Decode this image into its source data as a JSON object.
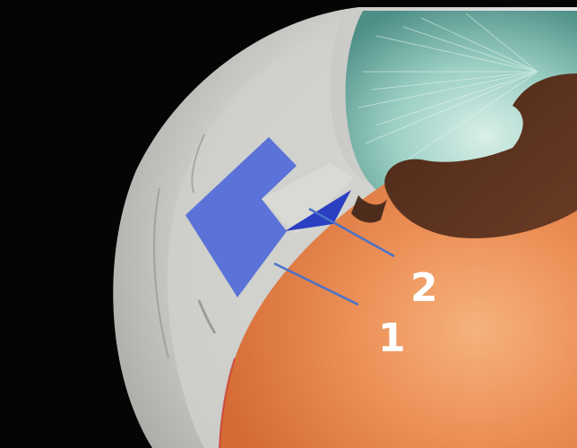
{
  "figure": {
    "callouts": [
      {
        "id": "1",
        "text": "1"
      },
      {
        "id": "2",
        "text": "2"
      }
    ]
  },
  "colors": {
    "background": "#050505",
    "sclera": "#dcdcd8",
    "sclera_shadow": "#9a9a96",
    "choroid_orange": "#e8874f",
    "choroid_light": "#f4ad78",
    "pupil_brown": "#5a3220",
    "iris_teal": "#8fc7bb",
    "flap_blue": "#5a72d8",
    "incision_blue": "#2a3fc0",
    "leader_line": "#4a73c8"
  },
  "icons": [
    "scleral-flap",
    "internal-incision"
  ]
}
